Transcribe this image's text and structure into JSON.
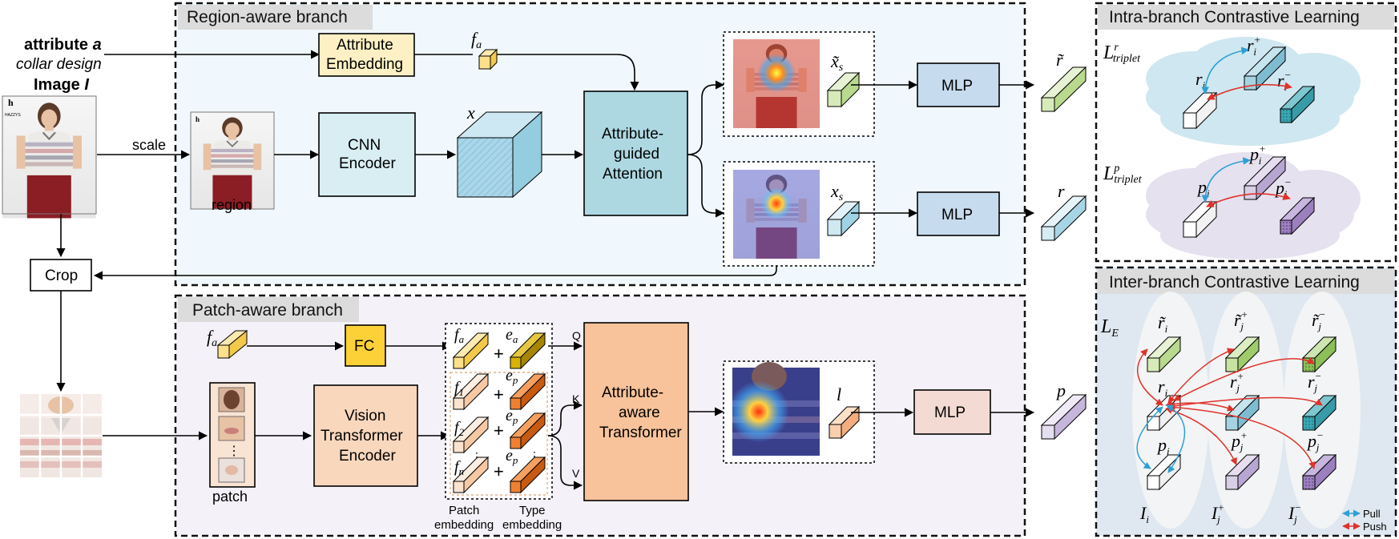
{
  "branches": {
    "region": "Region-aware branch",
    "patch": "Patch-aware branch",
    "intra": "Intra-branch Contrastive Learning",
    "inter": "Inter-branch Contrastive Learning"
  },
  "inputs": {
    "attribute_prefix": "attribute",
    "attribute_var": "a",
    "attribute_value": "collar design",
    "image_prefix": "Image",
    "image_var": "I",
    "brand": "HAZZYS",
    "scale": "scale",
    "region": "region",
    "crop": "Crop",
    "patch": "patch"
  },
  "blocks": {
    "attr_embed_1": "Attribute",
    "attr_embed_2": "Embedding",
    "cnn_1": "CNN",
    "cnn_2": "Encoder",
    "aga_1": "Attribute-",
    "aga_2": "guided",
    "aga_3": "Attention",
    "mlp": "MLP",
    "fc": "FC",
    "vit_1": "Vision",
    "vit_2": "Transformer",
    "vit_3": "Encoder",
    "aat_1": "Attribute-",
    "aat_2": "aware",
    "aat_3": "Transformer"
  },
  "symbols": {
    "fa": "f",
    "fa_sub": "a",
    "x": "x",
    "x_tilde_s": "x̃",
    "x_s": "x",
    "s_sub": "s",
    "r_tilde": "r̃",
    "r": "r",
    "l": "l",
    "p": "p",
    "ea": "e",
    "ea_sub": "a",
    "ep": "e",
    "ep_sub": "p",
    "f1": "f",
    "f1_sub": "1",
    "f2": "f",
    "f2_sub": "2",
    "fn": "f",
    "fn_sub": "n",
    "plus": "+",
    "q": "Q",
    "k": "K",
    "v": "V",
    "dots": "⋮"
  },
  "embeddings": {
    "patch_1": "Patch",
    "patch_2": "embedding",
    "type_1": "Type",
    "type_2": "embedding"
  },
  "losses": {
    "L": "L",
    "triplet_sub": "triplet",
    "r_sup": "r",
    "p_sup": "p",
    "LE": "L",
    "LE_sub": "E"
  },
  "intra": {
    "ri": "r",
    "ri_sub": "i",
    "ri_plus": "r",
    "ri_minus": "r",
    "pi": "p",
    "pi_plus": "p",
    "pi_minus": "p",
    "sub_i": "i",
    "sup_plus": "+",
    "sup_minus": "−"
  },
  "inter": {
    "col_i": "I",
    "col_j": "I",
    "sub_i": "i",
    "sub_j": "j",
    "sup_plus": "+",
    "sup_minus": "−",
    "rt": "r̃",
    "r": "r",
    "p": "p",
    "legend_pull": "Pull",
    "legend_push": "Push"
  },
  "colors": {
    "region_bg": "#f1f8fd",
    "patch_bg": "#f4f2f8",
    "header_bg": "#dcdcdc",
    "attr_embed": "#fdf0c4",
    "cnn": "#d8eef3",
    "aga": "#add8e2",
    "mlp_blue": "#c6dbee",
    "fc": "#fcd138",
    "vit": "#f9d7bd",
    "aat": "#f8c39a",
    "mlp_peach": "#f3dbd3",
    "pull": "#2e9fd6",
    "push": "#e0322a"
  }
}
